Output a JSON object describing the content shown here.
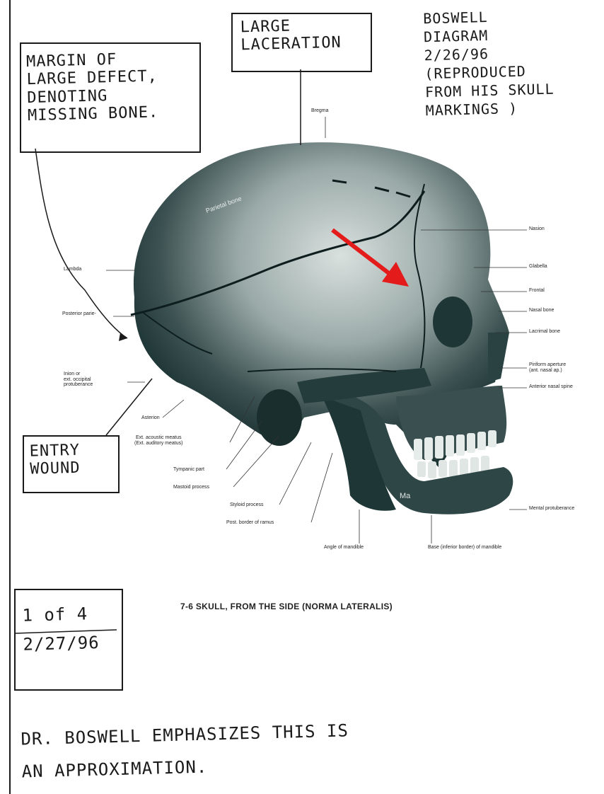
{
  "annotations": {
    "margin_box": "MARGIN OF\nLARGE DEFECT,\nDENOTING\nMISSING BONE.",
    "laceration_box": "LARGE\nLACERATION",
    "title_note": "BOSWELL\nDIAGRAM\n2/26/96\n(REPRODUCED\nFROM HIS SKULL\nMARKINGS )",
    "entry_box": "ENTRY\nWOUND",
    "signature_box": "1 of 4\n2/27/96",
    "bottom_note": "DR. BOSWELL EMPHASIZES THIS IS\nAN APPROXIMATION."
  },
  "anatomy_labels": {
    "bregma": "Bregma",
    "nasion": "Nasion",
    "glabella": "Glabella",
    "frontal": "Frontal",
    "nasal_bone": "Nasal bone",
    "lacrimal_bone": "Lacrimal bone",
    "piriform": "Piriform aperture\n(ant. nasal ap.)",
    "ant_nasal_spine": "Anterior nasal spine",
    "mental_protuberance": "Mental protuberance",
    "lambda": "Lambda",
    "parietal_bone": "Parietal bone",
    "posterior_parietal": "Posterior parie-",
    "inion": "Inion or\next. occipital\nprotuberance",
    "asterion": "Asterion",
    "ext_acoustic": "Ext. acoustic meatus\n(Ext. auditory meatus)",
    "tympanic": "Tympanic part",
    "mastoid": "Mastoid process",
    "styloid": "Styloid process",
    "post_border_ramus": "Post. border of ramus",
    "angle_mandible": "Angle of mandible",
    "base_mandible": "Base (inferior border) of mandible",
    "ma": "Ma"
  },
  "caption": "7-6  SKULL, FROM THE SIDE (NORMA LATERALIS)",
  "colors": {
    "ink": "#1a1a1a",
    "bone_dark": "#1f3636",
    "bone_light": "#cfd8d6",
    "arrow": "#e41b1b"
  }
}
